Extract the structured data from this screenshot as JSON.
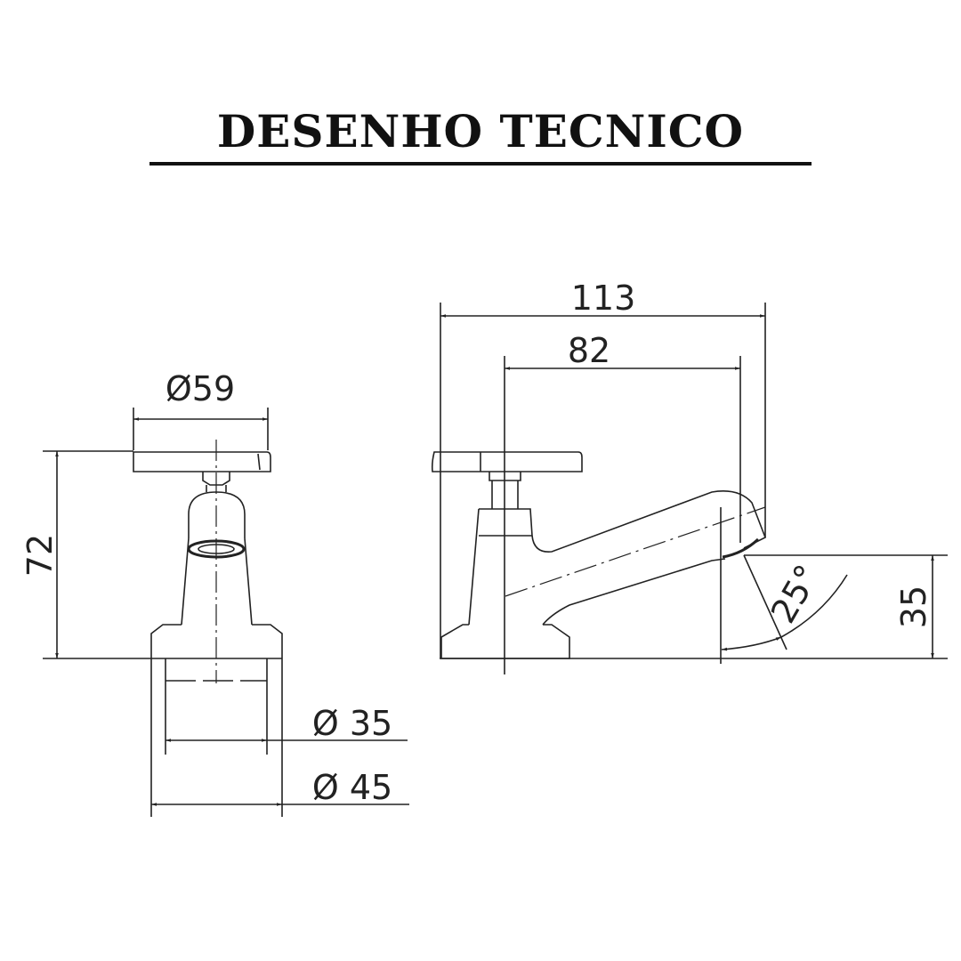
{
  "title": "DESENHO TECNICO",
  "front_view": {
    "dim_handle_diameter": "Ø59",
    "dim_height": "72",
    "dim_base_inner_diameter": "Ø 35",
    "dim_base_outer_diameter": "Ø 45"
  },
  "side_view": {
    "dim_total_length": "113",
    "dim_spout_reach": "82",
    "dim_angle": "25°",
    "dim_spout_height": "35"
  },
  "colors": {
    "line": "#222222",
    "text": "#111111",
    "background": "#ffffff"
  }
}
